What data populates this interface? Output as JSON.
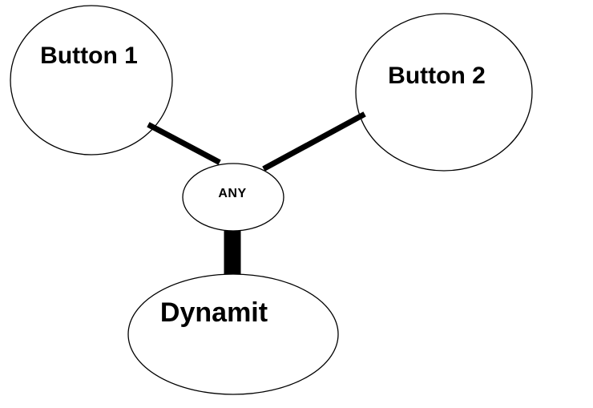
{
  "nodes": {
    "button1": {
      "label": "Button 1"
    },
    "button2": {
      "label": "Button 2"
    },
    "any": {
      "label": "ANY"
    },
    "dynamit": {
      "label": "Dynamit"
    }
  },
  "edges": [
    {
      "from": "button1",
      "to": "any",
      "style": "thin"
    },
    {
      "from": "button2",
      "to": "any",
      "style": "thin"
    },
    {
      "from": "any",
      "to": "dynamit",
      "style": "thick"
    }
  ],
  "colors": {
    "background": "#ffffff",
    "stroke": "#000000",
    "text": "#000000"
  }
}
